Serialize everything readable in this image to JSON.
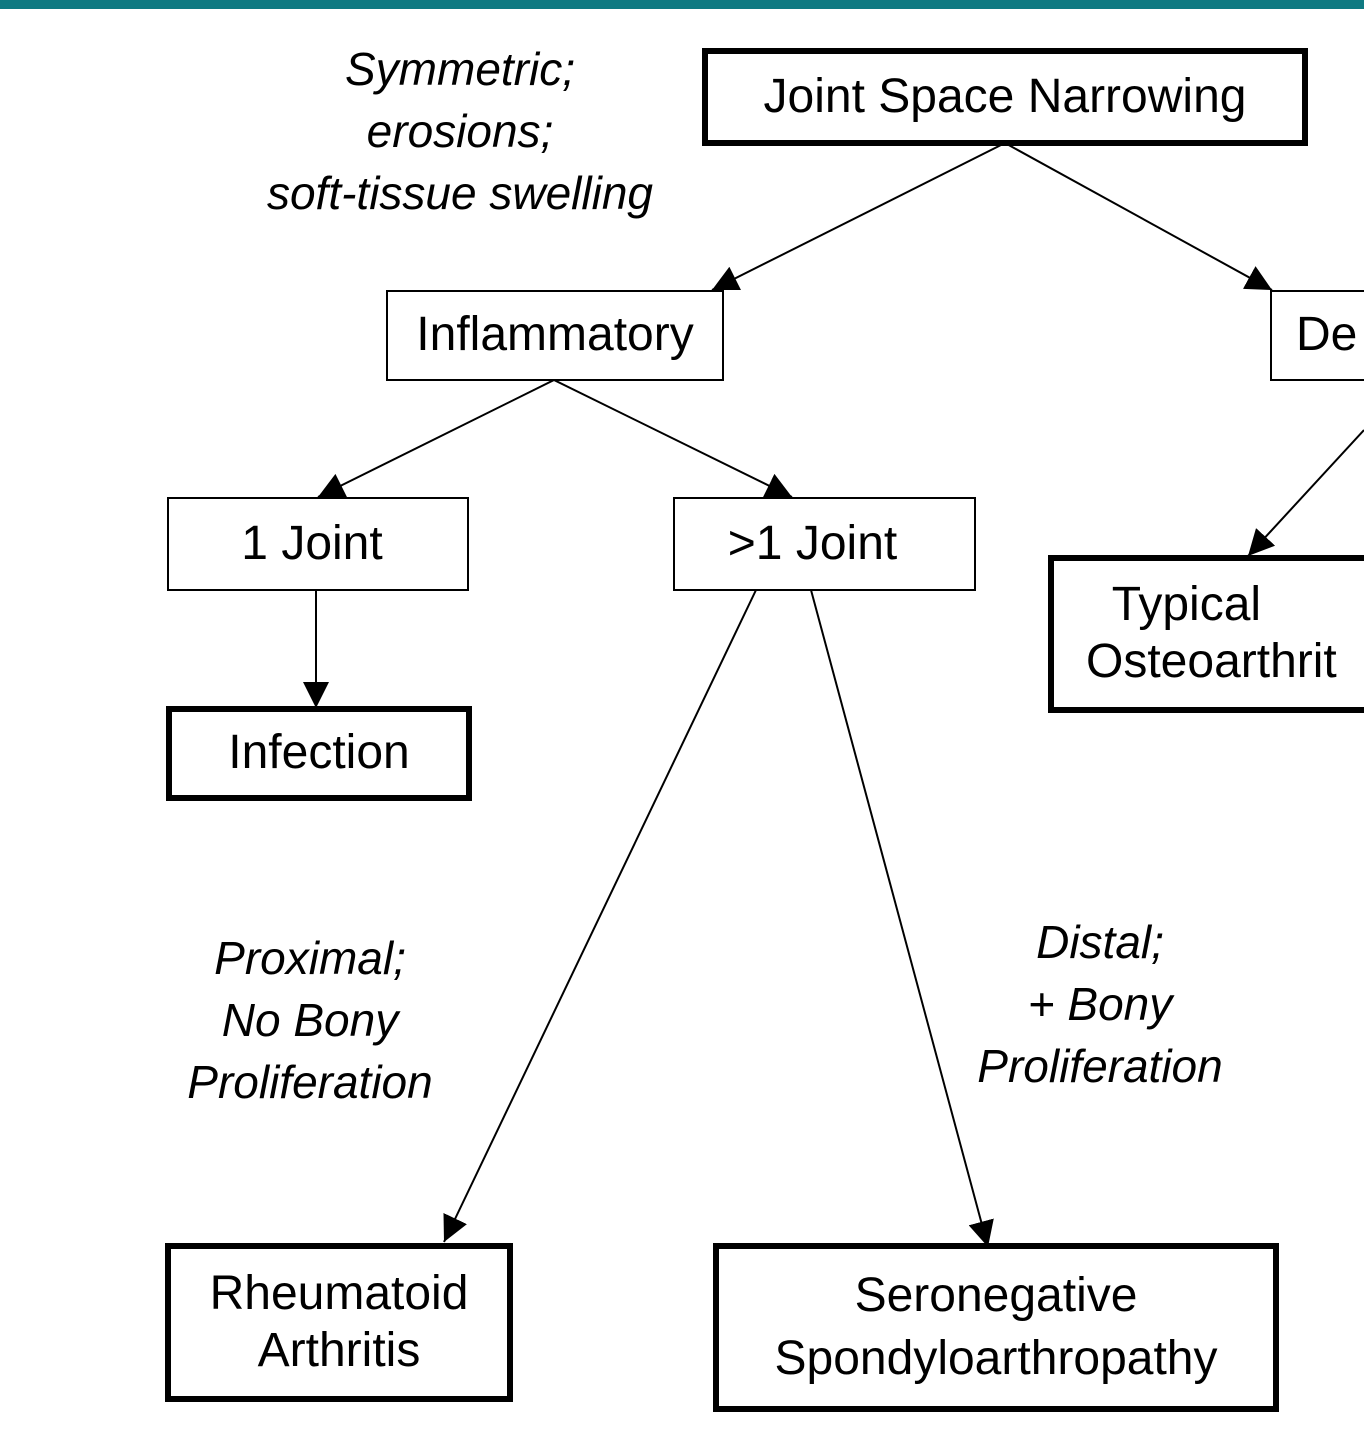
{
  "accent_color": "#0f7a82",
  "nodes": {
    "root": "Joint Space Narrowing",
    "inflammatory": "Inflammatory",
    "degenerative_partial": "De",
    "one_joint": "1 Joint",
    "multi_joint": ">1 Joint",
    "infection": "Infection",
    "typical_oa": {
      "line1": "Typical",
      "line2": "Osteoarthrit"
    },
    "ra": {
      "line1": "Rheumatoid",
      "line2": "Arthritis"
    },
    "spa": {
      "line1": "Seronegative",
      "line2": "Spondyloarthropathy"
    }
  },
  "annotations": {
    "inflammatory_criteria": [
      "Symmetric;",
      "erosions;",
      "soft-tissue swelling"
    ],
    "ra_criteria": [
      "Proximal;",
      "No Bony",
      "Proliferation"
    ],
    "spa_criteria": [
      "Distal;",
      "+ Bony",
      "Proliferation"
    ]
  }
}
